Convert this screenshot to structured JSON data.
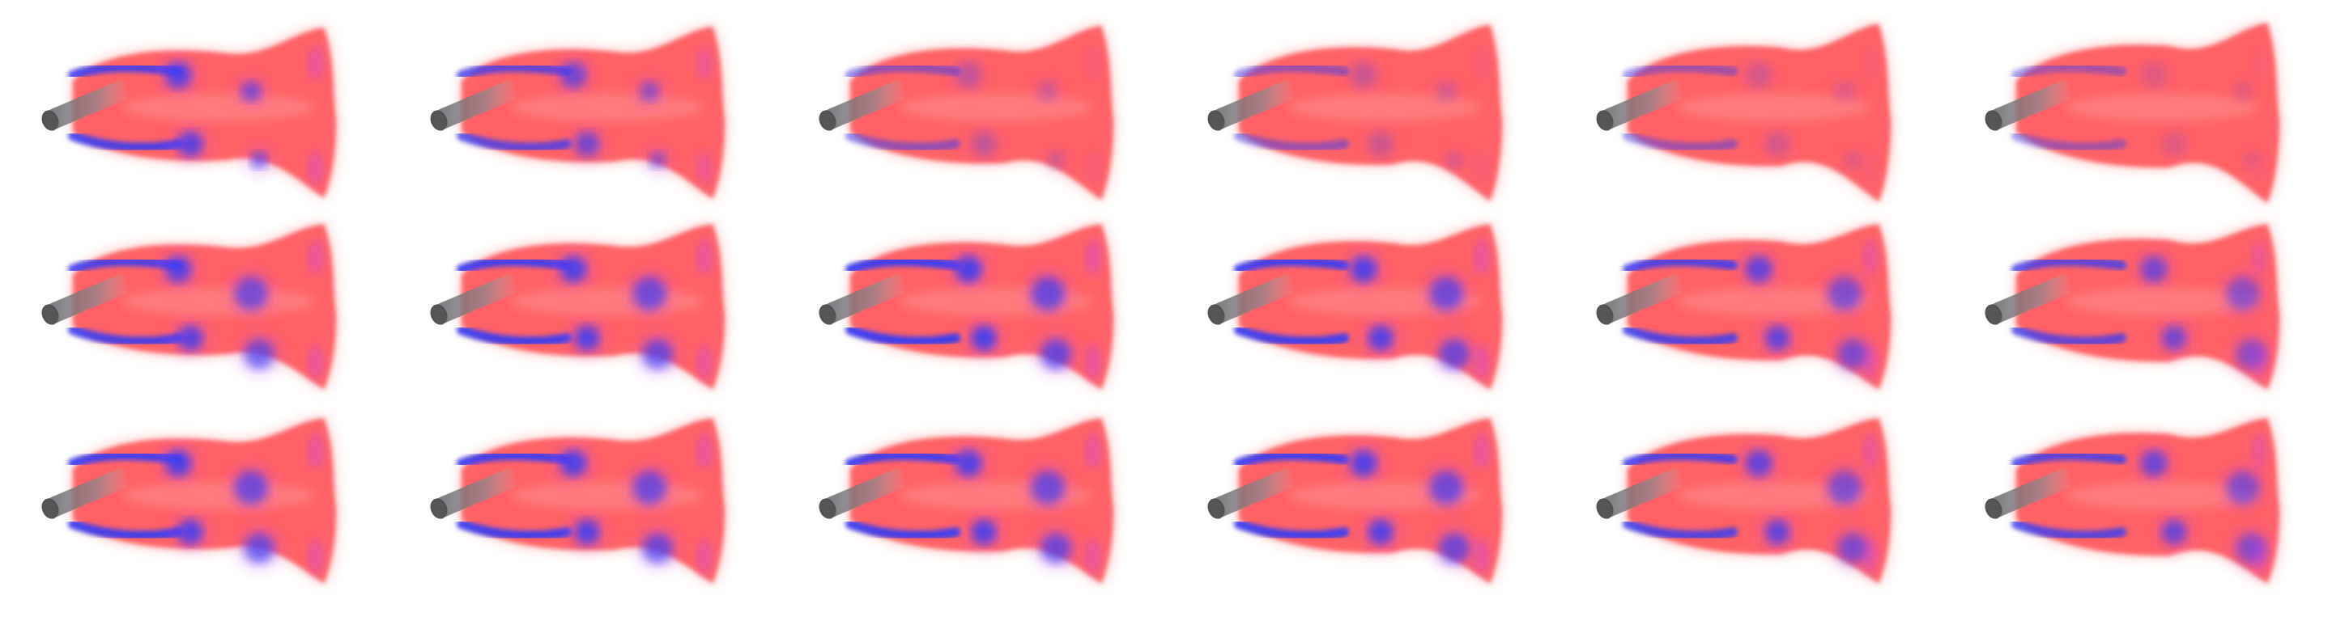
{
  "figure": {
    "background": "#ffffff",
    "rows": 3,
    "cols": 6,
    "colors": {
      "body": "#ff5a5e",
      "body_edge": "#ff8a80",
      "vortex": "#3b3cf0",
      "vortex_glow": "#c040ff",
      "cylinder": "#6f6f73",
      "cylinder_face": "#555558"
    },
    "panels": [
      {
        "row": 0,
        "col": 0,
        "vortex_strength": 0.85
      },
      {
        "row": 0,
        "col": 1,
        "vortex_strength": 0.7
      },
      {
        "row": 0,
        "col": 2,
        "vortex_strength": 0.3
      },
      {
        "row": 0,
        "col": 3,
        "vortex_strength": 0.25
      },
      {
        "row": 0,
        "col": 4,
        "vortex_strength": 0.2
      },
      {
        "row": 0,
        "col": 5,
        "vortex_strength": 0.15
      },
      {
        "row": 1,
        "col": 0,
        "vortex_strength": 0.85
      },
      {
        "row": 1,
        "col": 1,
        "vortex_strength": 0.9
      },
      {
        "row": 1,
        "col": 2,
        "vortex_strength": 0.95
      },
      {
        "row": 1,
        "col": 3,
        "vortex_strength": 0.9
      },
      {
        "row": 1,
        "col": 4,
        "vortex_strength": 0.8
      },
      {
        "row": 1,
        "col": 5,
        "vortex_strength": 0.7
      },
      {
        "row": 2,
        "col": 0,
        "vortex_strength": 0.9
      },
      {
        "row": 2,
        "col": 1,
        "vortex_strength": 0.9
      },
      {
        "row": 2,
        "col": 2,
        "vortex_strength": 0.9
      },
      {
        "row": 2,
        "col": 3,
        "vortex_strength": 0.9
      },
      {
        "row": 2,
        "col": 4,
        "vortex_strength": 0.8
      },
      {
        "row": 2,
        "col": 5,
        "vortex_strength": 0.75
      }
    ]
  }
}
